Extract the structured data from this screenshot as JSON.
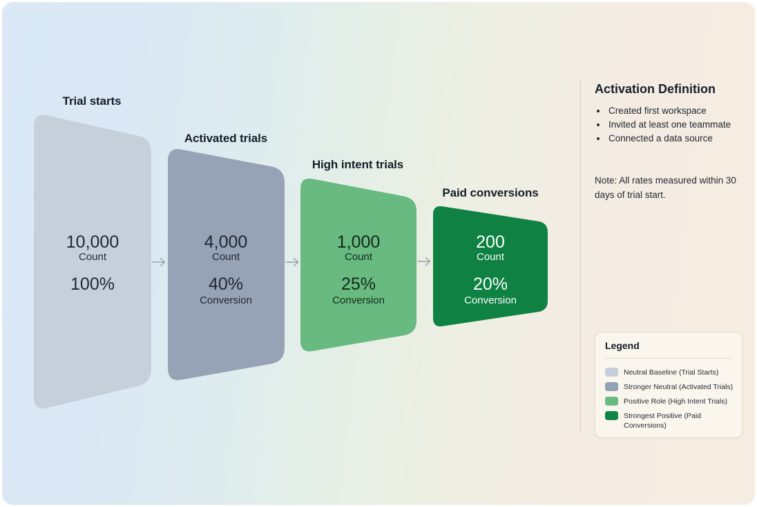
{
  "funnel": {
    "stages": [
      {
        "label": "Trial starts",
        "count": "10,000",
        "count_label": "Count",
        "rate": "100%",
        "rate_label": "",
        "color": "#c6d0da"
      },
      {
        "label": "Activated trials",
        "count": "4,000",
        "count_label": "Count",
        "rate": "40%",
        "rate_label": "Conversion",
        "color": "#96a2b5"
      },
      {
        "label": "High intent trials",
        "count": "1,000",
        "count_label": "Count",
        "rate": "25%",
        "rate_label": "Conversion",
        "color": "#68ba80"
      },
      {
        "label": "Paid conversions",
        "count": "200",
        "count_label": "Count",
        "rate": "20%",
        "rate_label": "Conversion",
        "color": "#0e8143"
      }
    ],
    "arrow_color": "#95a0ab"
  },
  "side_panel": {
    "title": "Activation Definition",
    "bullets": [
      "Created first workspace",
      "Invited at least one teammate",
      "Connected a data source"
    ],
    "note": "Note: All rates measured within 30 days of trial start."
  },
  "legend": {
    "title": "Legend",
    "items": [
      {
        "label": "Neutral Baseline (Trial Starts)",
        "color": "#c5cfdb"
      },
      {
        "label": "Stronger Neutral (Activated Trials)",
        "color": "#94a0b4"
      },
      {
        "label": "Positive Role (High Intent Trials)",
        "color": "#6aba81"
      },
      {
        "label": "Strongest Positive (Paid Conversions)",
        "color": "#0e8746"
      }
    ]
  },
  "chart_data": {
    "type": "funnel",
    "title": "",
    "categories": [
      "Trial starts",
      "Activated trials",
      "High intent trials",
      "Paid conversions"
    ],
    "series": [
      {
        "name": "Count",
        "values": [
          10000,
          4000,
          1000,
          200
        ]
      },
      {
        "name": "Conversion %",
        "values": [
          100,
          40,
          25,
          20
        ]
      }
    ],
    "legend": [
      "Neutral Baseline (Trial Starts)",
      "Stronger Neutral (Activated Trials)",
      "Positive Role (High Intent Trials)",
      "Strongest Positive (Paid Conversions)"
    ],
    "legend_position": "bottom-right",
    "colors": [
      "#c6d0da",
      "#96a2b5",
      "#68ba80",
      "#0e8143"
    ],
    "annotations": [
      "Activation Definition: Created first workspace; Invited at least one teammate; Connected a data source",
      "Note: All rates measured within 30 days of trial start."
    ]
  }
}
